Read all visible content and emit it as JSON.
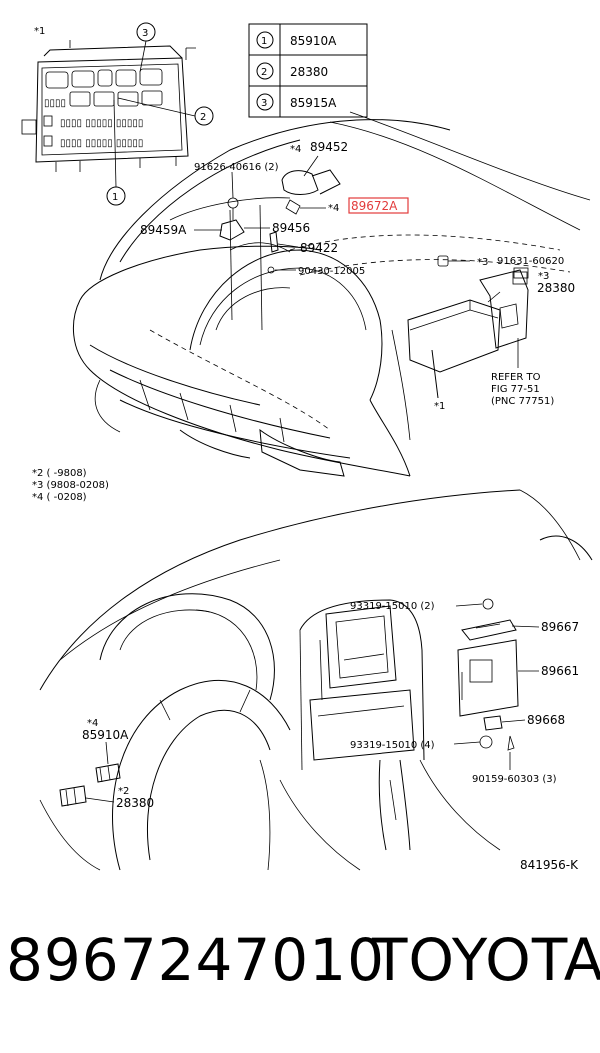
{
  "header": {
    "fuse_box_note": "*1",
    "legend": [
      {
        "num": "1",
        "code": "85910A"
      },
      {
        "num": "2",
        "code": "28380"
      },
      {
        "num": "3",
        "code": "85915A"
      }
    ]
  },
  "parts_upper": {
    "p89452_mark": "*4",
    "p89452": "89452",
    "p91626": "91626-40616 (2)",
    "p89672a_mark": "*4",
    "p89672a": "89672A",
    "p89459a": "89459A",
    "p89456": "89456",
    "p89422": "89422",
    "p90430": "90430-12005",
    "p91631_mark": "*3",
    "p91631": "91631-60620",
    "p28380_mark": "*3",
    "p28380": "28380",
    "refer_line1": "REFER TO",
    "refer_line2": "FIG 77-51",
    "refer_line3": "(PNC 77751)",
    "ecu_mark": "*1"
  },
  "notes": {
    "n2": "*2 (   -9808)",
    "n3": "*3 (9808-0208)",
    "n4": "*4 (   -0208)"
  },
  "parts_lower": {
    "p93319_top": "93319-15010 (2)",
    "p89667": "89667",
    "p89661": "89661",
    "p89668": "89668",
    "p93319_bottom": "93319-15010 (4)",
    "p90159": "90159-60303 (3)",
    "p85910a_mark": "*4",
    "p85910a": "85910A",
    "p28380_mark": "*2",
    "p28380": "28380"
  },
  "diagram_id": "841956-K",
  "footer": {
    "part_number": "8967247010",
    "brand": "TOYOTA"
  },
  "colors": {
    "highlight": "#e23b3b",
    "ink": "#000000"
  }
}
